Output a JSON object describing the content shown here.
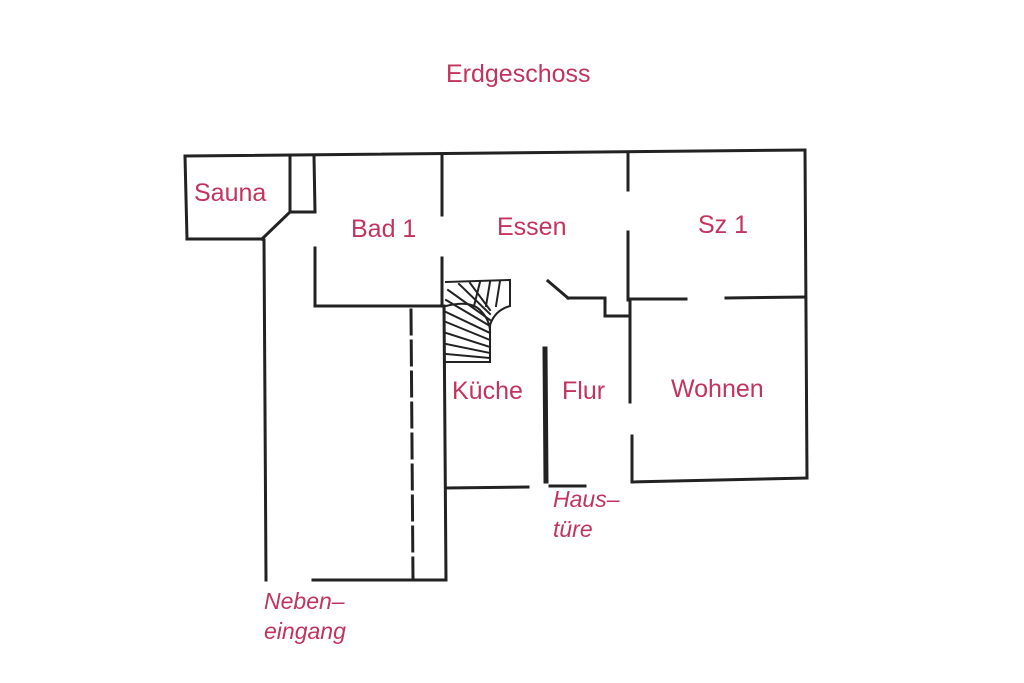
{
  "title": "Erdgeschoss",
  "rooms": {
    "sauna": "Sauna",
    "bad1": "Bad 1",
    "essen": "Essen",
    "sz1": "Sz 1",
    "kueche": "Küche",
    "flur": "Flur",
    "wohnen": "Wohnen"
  },
  "entrances": {
    "haustuere": {
      "line1": "Haus–",
      "line2": "türe"
    },
    "nebeneingang": {
      "line1": "Neben–",
      "line2": "eingang"
    }
  },
  "colors": {
    "label": "#c2345e",
    "wall": "#222222"
  }
}
